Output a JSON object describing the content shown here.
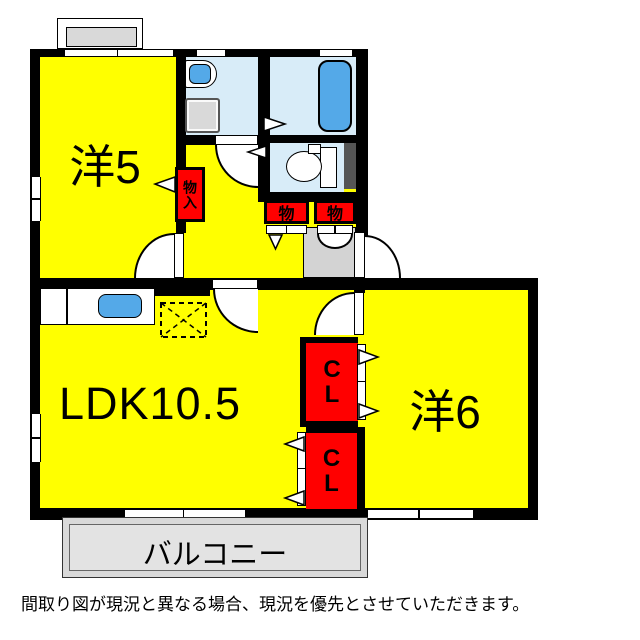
{
  "plan": {
    "rooms": {
      "yo5": "洋5",
      "ldk": "LDK10.5",
      "yo6": "洋6",
      "balcony": "バルコニー"
    },
    "closets": {
      "monoire": "物入",
      "mono1": "物",
      "mono2": "物",
      "cl_upper": "CL",
      "cl_lower": "CL"
    },
    "colors": {
      "room_fill": "#ffff00",
      "wet_area_fill": "#d8ecf8",
      "closet_fill": "#ff0000",
      "entrance_fill": "#d3d3d3",
      "fixture_blue": "#54a9e8",
      "balcony_fill": "#d9d9d9",
      "wall": "#000000"
    }
  },
  "footer": {
    "disclaimer": "間取り図が現況と異なる場合、現況を優先とさせていただきます。"
  }
}
